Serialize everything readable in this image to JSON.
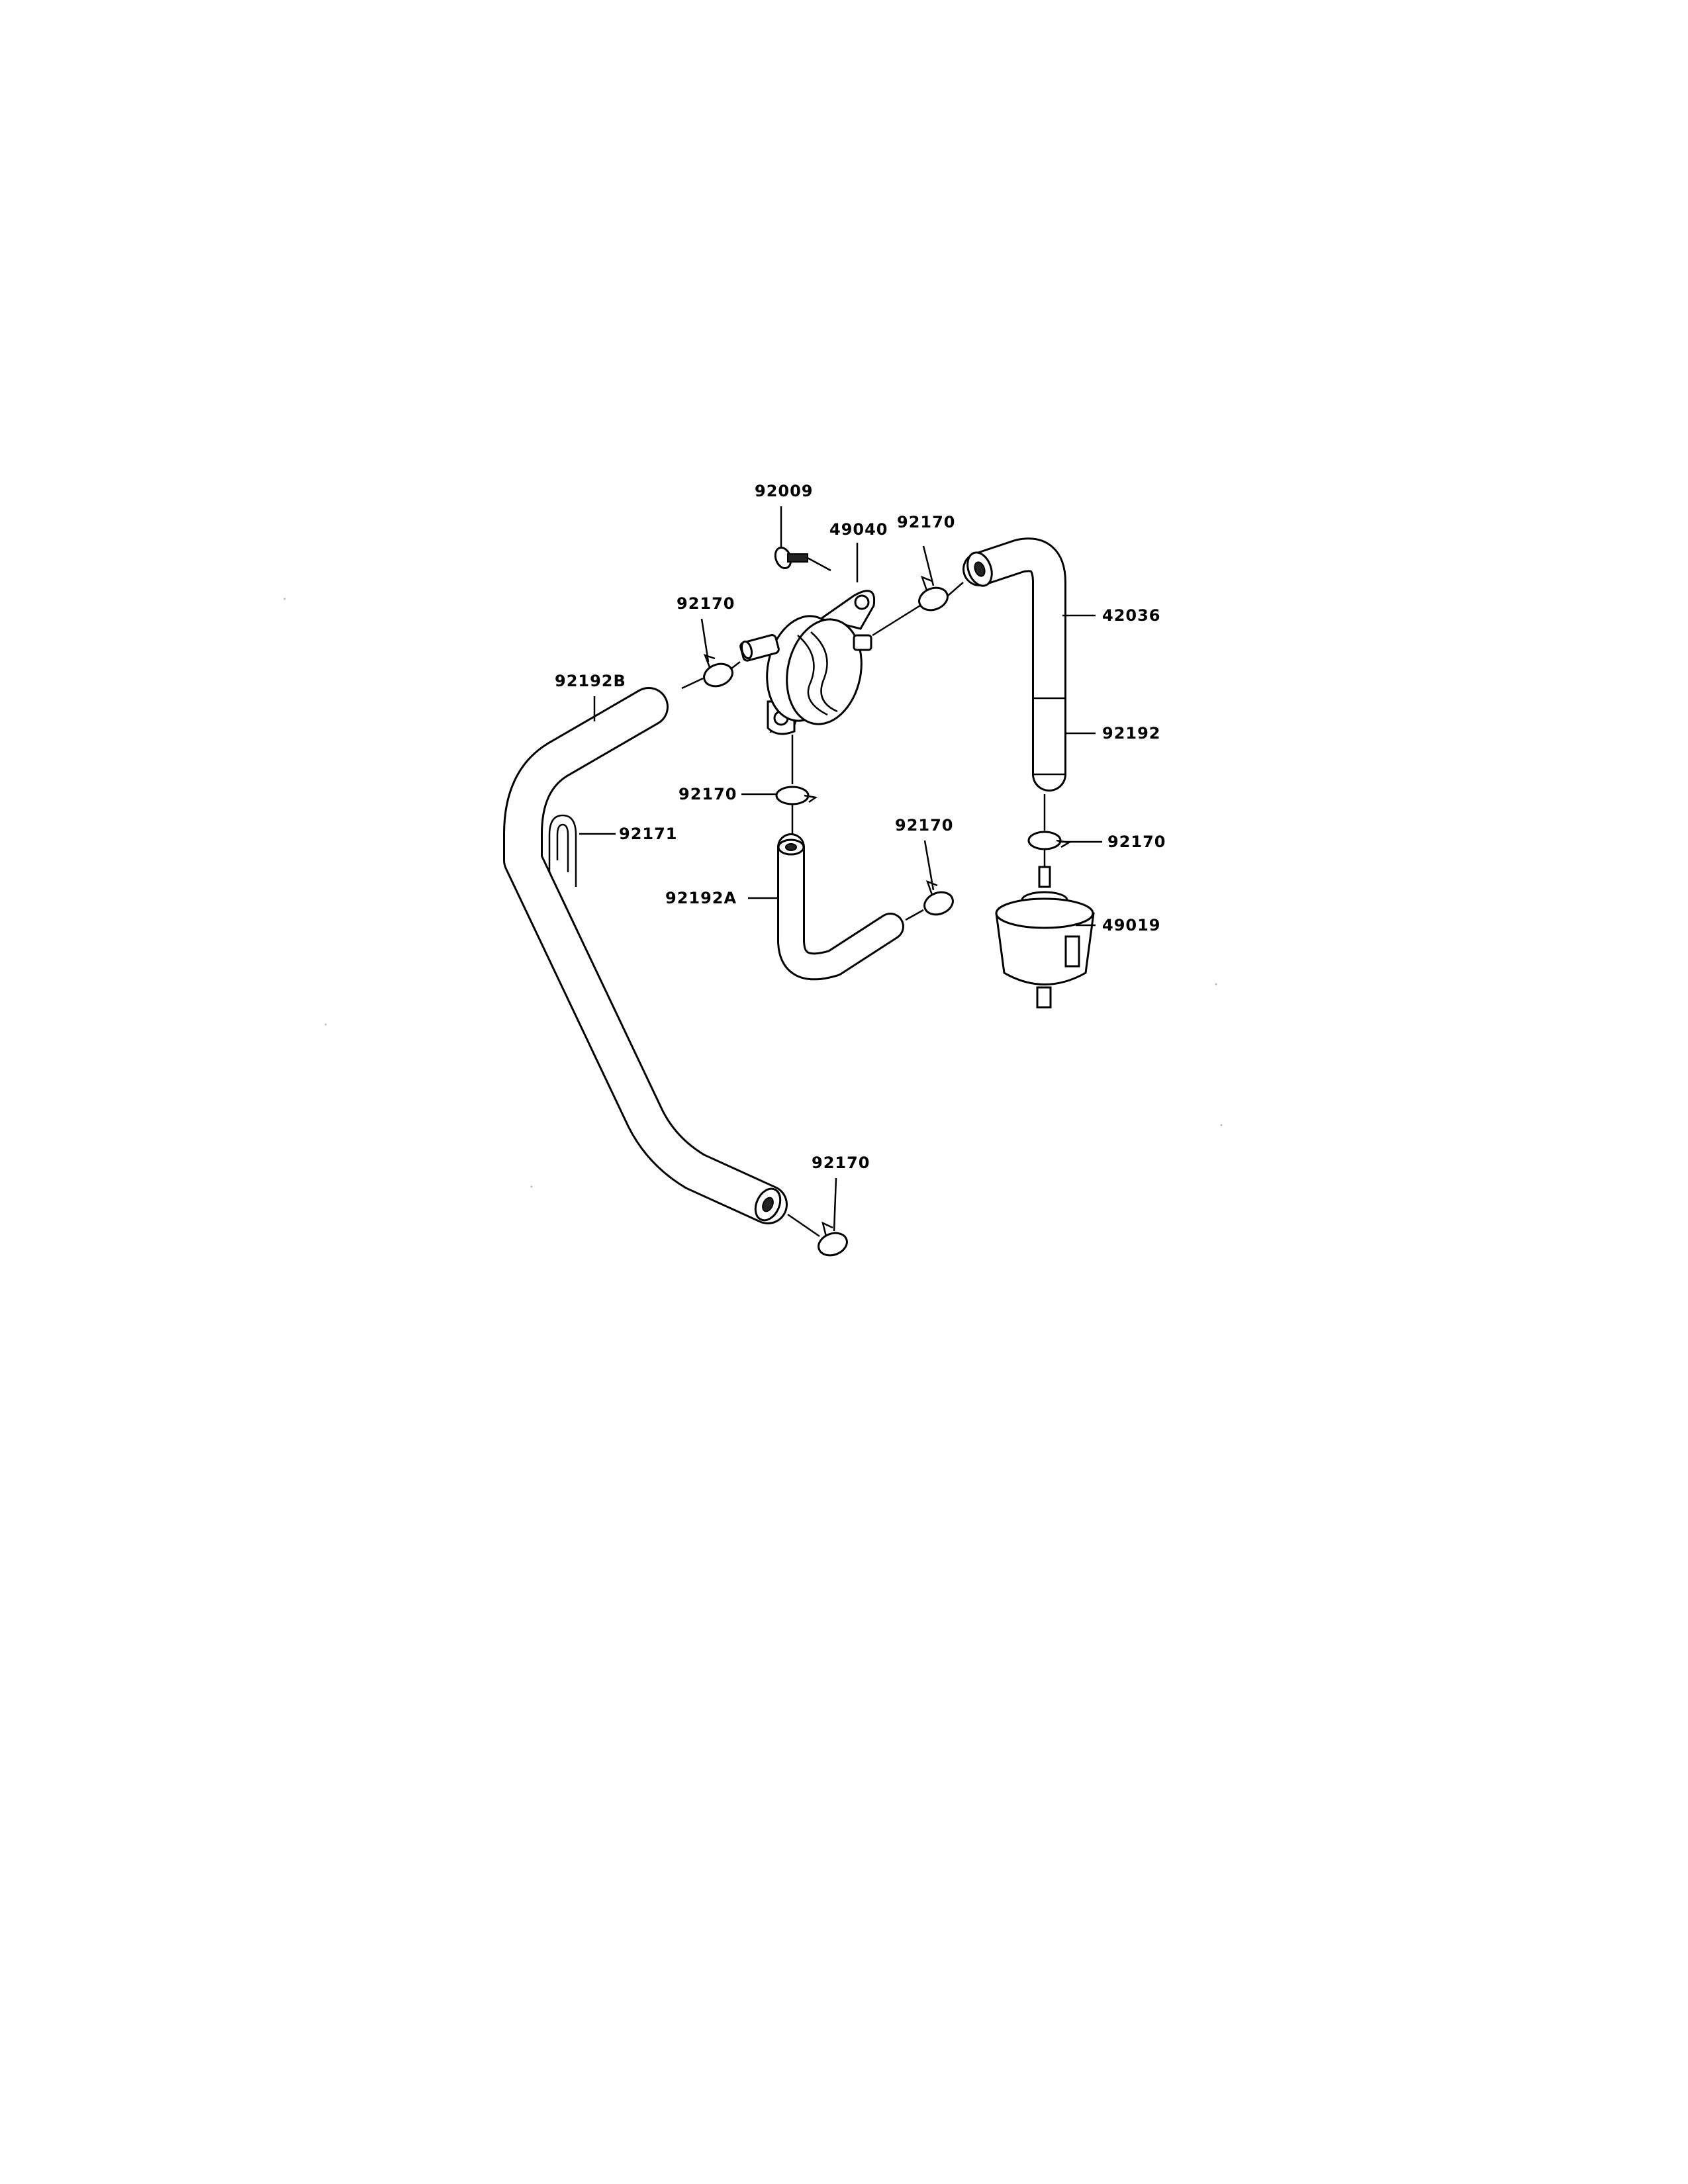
{
  "diagram": {
    "labels": {
      "screw": "92009",
      "fuel_pump": "49040",
      "clamp_pump_right": "92170",
      "clamp_pump_left": "92170",
      "hose_elbow_top": "42036",
      "hose_right": "92192",
      "hose_long_left": "92192B",
      "clamp_pump_bottom": "92170",
      "clip": "92171",
      "clamp_right_mid": "92170",
      "clamp_hose_a": "92170",
      "hose_a": "92192A",
      "fuel_filter": "49019",
      "clamp_bottom": "92170"
    }
  }
}
